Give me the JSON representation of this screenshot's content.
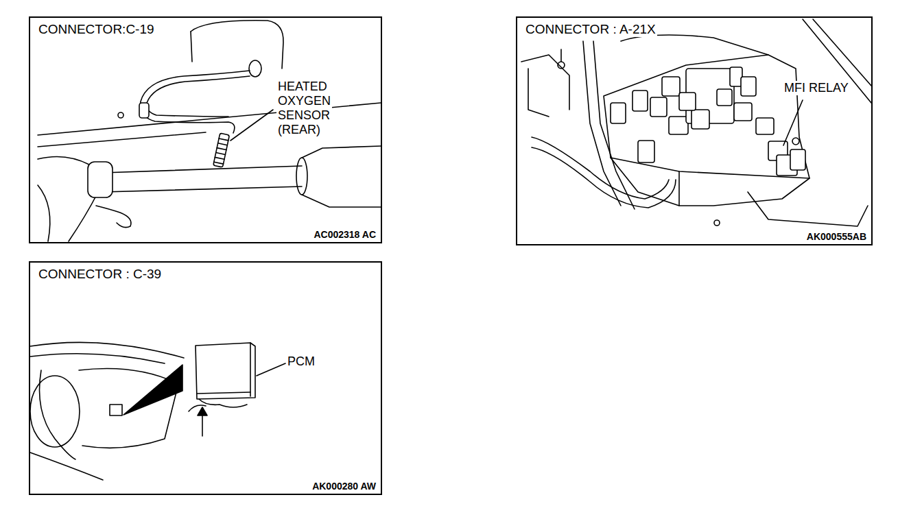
{
  "diagram": {
    "nodes": [
      {
        "text": [
          "CONNECTOR:C-19",
          "AC002318 AC"
        ]
      },
      {
        "text": [
          "CONNECTOR : A-21X",
          "AK000555AB"
        ]
      },
      {
        "text": [
          "CONNECTOR : C-39",
          "AK000280 AW"
        ]
      }
    ],
    "labels": [
      "HEATED OXYGEN SENSOR (REAR)",
      "MFI RELAY",
      "PCM"
    ]
  }
}
